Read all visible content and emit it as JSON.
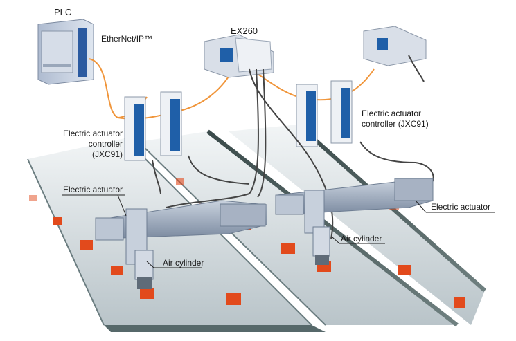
{
  "labels": {
    "plc": "PLC",
    "ethernet_ip": "EtherNet/IP™",
    "ex260": "EX260",
    "controller_left_line1": "Electric actuator",
    "controller_left_line2": "controller",
    "controller_left_line3": "(JXC91)",
    "controller_right_line1": "Electric actuator",
    "controller_right_line2": "controller (JXC91)",
    "electric_actuator_left": "Electric actuator",
    "electric_actuator_right": "Electric actuator",
    "air_cylinder_left": "Air cylinder",
    "air_cylinder_right": "Air cylinder"
  },
  "colors": {
    "ethernet_cable": "#f0953a",
    "controller_accent": "#1f5fa8",
    "workpiece": "#e24a1c",
    "conveyor": "#cfd8dc",
    "actuator_body": "#8c9bb0"
  }
}
